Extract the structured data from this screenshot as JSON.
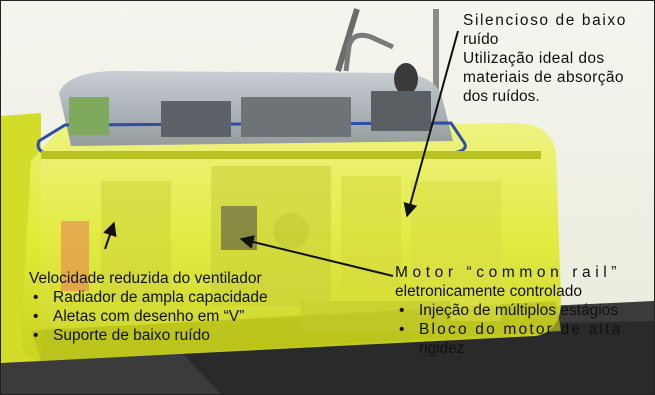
{
  "annotations": {
    "silencer": {
      "title": "Silencioso de baixo",
      "title_cont": "ruído",
      "line1": "Utilização ideal dos",
      "line2": "materiais de absorção",
      "line3": "dos ruídos."
    },
    "fan": {
      "title": "Velocidade reduzida do ventilador",
      "bullets": [
        "Radiador de ampla capacidade",
        "Aletas com desenho em “V”",
        "Suporte de baixo ruído"
      ]
    },
    "engine": {
      "title": "Motor “common rail”",
      "subtitle": "eletronicamente controlado",
      "bullet1": "Injeção de múltiplos estágios",
      "bullet2": "Bloco do motor de alta",
      "bullet2_cont": "rigidez"
    }
  },
  "colors": {
    "body_yellow": "#e3ec2e",
    "body_shadow": "#b9c21a",
    "canopy_blue": "#2e4fa6",
    "arrow": "#111111"
  }
}
